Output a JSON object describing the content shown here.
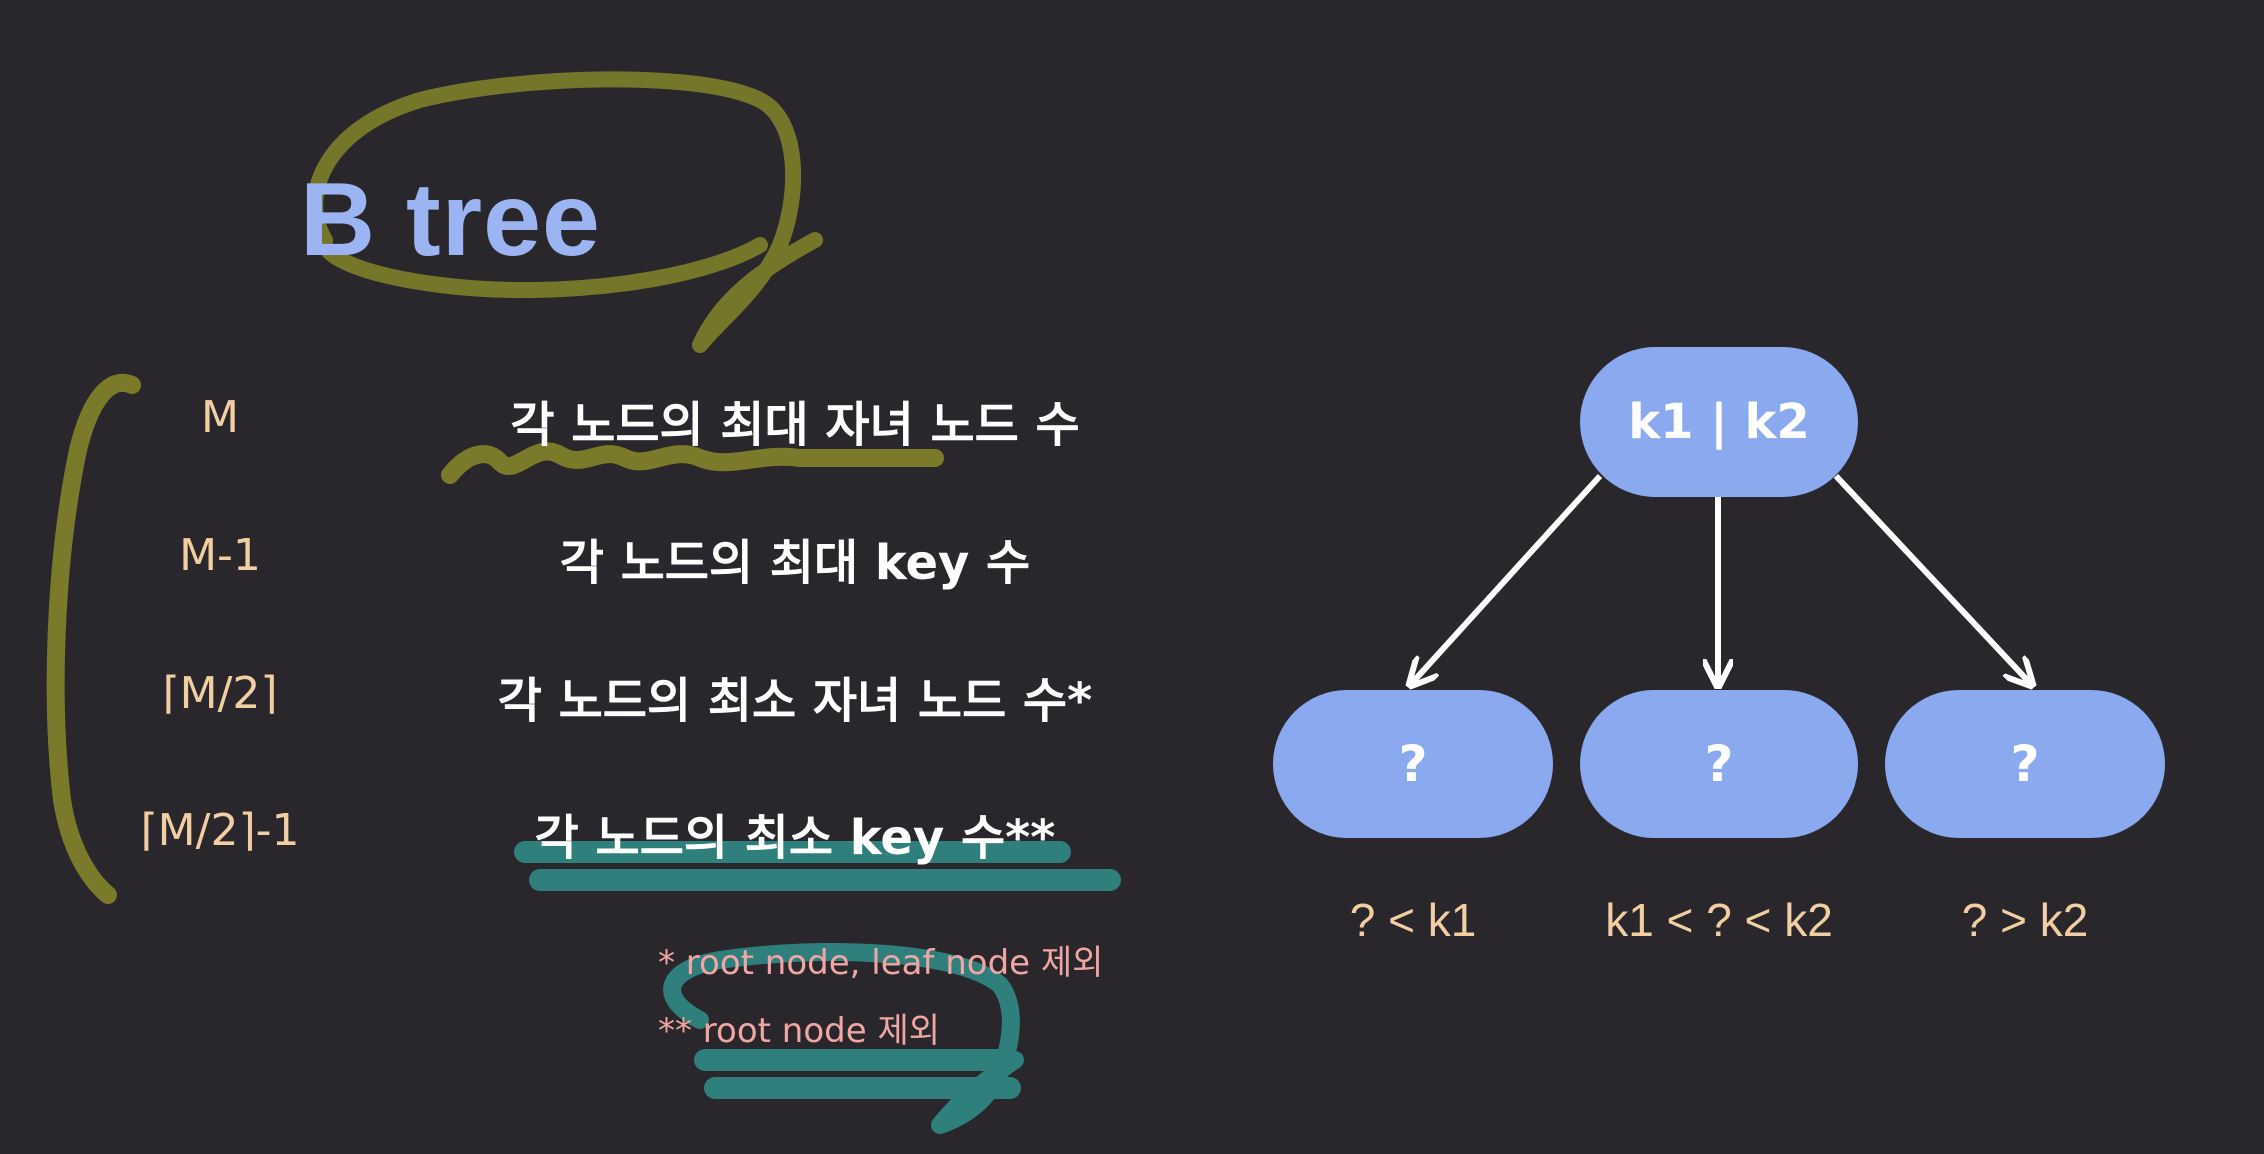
{
  "title": "B tree",
  "rows": [
    {
      "symbol": "M",
      "description": "각 노드의 최대 자녀 노드 수"
    },
    {
      "symbol": "M-1",
      "description": "각 노드의 최대 key 수"
    },
    {
      "symbol": "⌈M/2⌉",
      "description": "각 노드의 최소 자녀 노드 수*"
    },
    {
      "symbol": "⌈M/2⌉-1",
      "description": "각 노드의 최소 key 수**"
    }
  ],
  "notes": [
    "* root node, leaf node 제외",
    "** root node 제외"
  ],
  "tree": {
    "root": "k1 | k2",
    "children": [
      "?",
      "?",
      "?"
    ],
    "conditions": [
      "? < k1",
      "k1 < ? < k2",
      "? > k2"
    ]
  },
  "colors": {
    "background": "#29272b",
    "node_fill": "#8aa9ef",
    "title": "#9db4f2",
    "symbol": "#f2cfa3",
    "note": "#f0a6a4",
    "olive_marker": "#7a7a2a",
    "teal_marker": "#2f7f7c"
  }
}
